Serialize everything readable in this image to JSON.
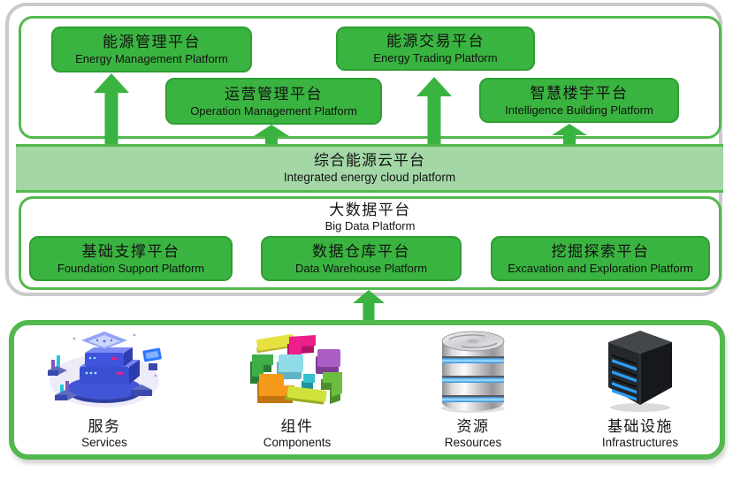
{
  "colors": {
    "box_green": "#3ab440",
    "border_green": "#53b84e",
    "band_green": "#a3d7a6",
    "frame_gray": "#cacacc"
  },
  "app_platforms": [
    {
      "zh": "能源管理平台",
      "en": "Energy Management Platform"
    },
    {
      "zh": "能源交易平台",
      "en": "Energy Trading Platform"
    },
    {
      "zh": "运营管理平台",
      "en": "Operation Management Platform"
    },
    {
      "zh": "智慧楼宇平台",
      "en": "Intelligence Building Platform"
    }
  ],
  "cloud_band": {
    "zh": "综合能源云平台",
    "en": "Integrated energy cloud platform"
  },
  "big_data": {
    "title_zh": "大数据平台",
    "title_en": "Big Data Platform",
    "platforms": [
      {
        "zh": "基础支撑平台",
        "en": "Foundation Support Platform"
      },
      {
        "zh": "数据仓库平台",
        "en": "Data Warehouse Platform"
      },
      {
        "zh": "挖掘探索平台",
        "en": "Excavation and Exploration Platform"
      }
    ]
  },
  "infrastructure": {
    "items": [
      {
        "zh": "服务",
        "en": "Services",
        "icon": "services-icon"
      },
      {
        "zh": "组件",
        "en": "Components",
        "icon": "components-icon"
      },
      {
        "zh": "资源",
        "en": "Resources",
        "icon": "database-icon"
      },
      {
        "zh": "基础设施",
        "en": "Infrastructures",
        "icon": "server-tower-icon"
      }
    ]
  }
}
